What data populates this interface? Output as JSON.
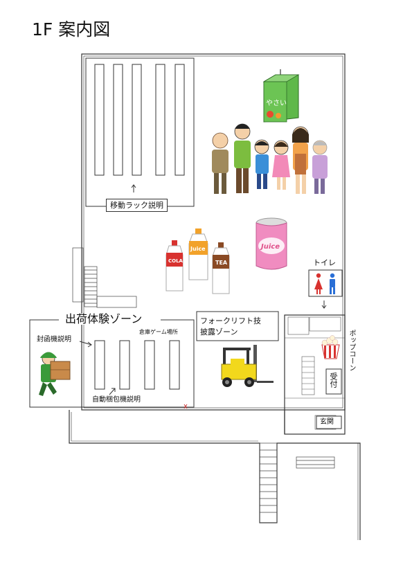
{
  "page": {
    "title": "1F 案内図"
  },
  "zones": {
    "moving_rack": "移動ラック説明",
    "shipping": "出荷体験ゾーン",
    "forklift": "フォークリフト技\n披露ゾーン",
    "sealer": "封函機説明",
    "auto_packing": "自動梱包機説明",
    "warehouse_game": "倉庫ゲーム場所"
  },
  "facilities": {
    "toilet": "トイレ",
    "popcorn": "ポップコーン",
    "reception": "受付",
    "entrance": "玄関"
  },
  "illustrations": {
    "veg_juice_text": "やさい",
    "cola": "COLA",
    "juice_bottle": "Juice",
    "tea": "TEA",
    "juice_can": "Juice"
  },
  "colors": {
    "wall": "#333333",
    "rack": "#333333",
    "veg_juice": "#5fb84a",
    "juice_can": "#f08cc0",
    "forklift": "#f2d81c",
    "toilet_male": "#2a6fd6",
    "toilet_female": "#d8322f",
    "worker_green": "#3a9a3a"
  }
}
